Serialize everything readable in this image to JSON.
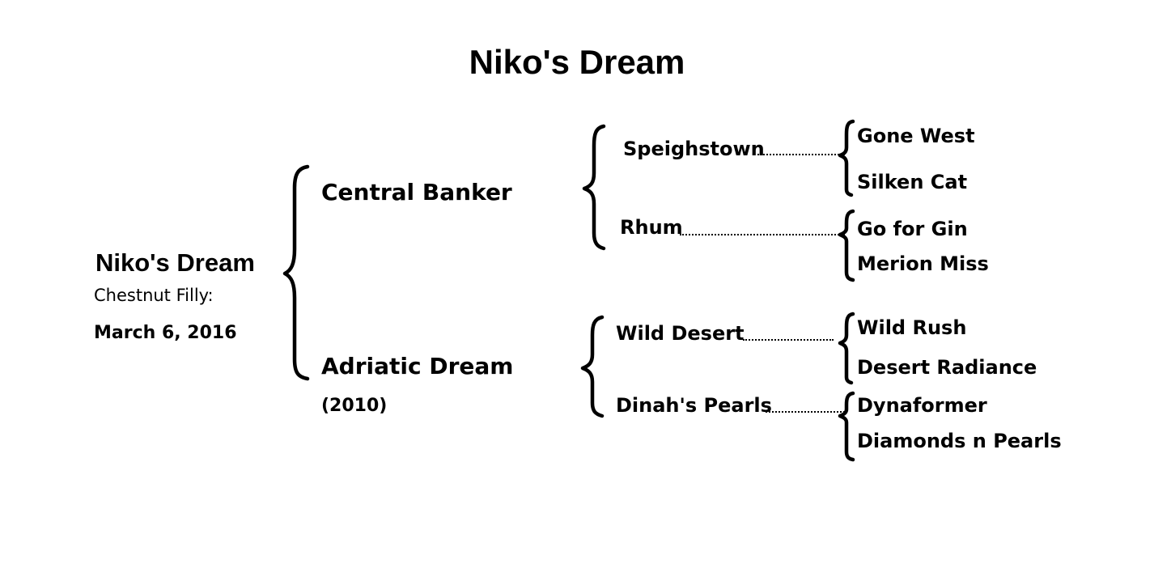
{
  "title": "Niko's Dream",
  "subject": {
    "name": "Niko's Dream",
    "description": "Chestnut Filly:",
    "foaled": "March 6, 2016"
  },
  "sire": {
    "name": "Central Banker",
    "sire": {
      "name": "Speighstown",
      "sire": "Gone West",
      "dam": "Silken Cat"
    },
    "dam": {
      "name": "Rhum",
      "sire": "Go for Gin",
      "dam": "Merion Miss"
    }
  },
  "dam": {
    "name": "Adriatic Dream",
    "year": "(2010)",
    "sire": {
      "name": "Wild Desert",
      "sire": "Wild Rush",
      "dam": "Desert Radiance"
    },
    "dam": {
      "name": "Dinah's Pearls",
      "sire": "Dynaformer",
      "dam": "Diamonds n Pearls"
    }
  }
}
